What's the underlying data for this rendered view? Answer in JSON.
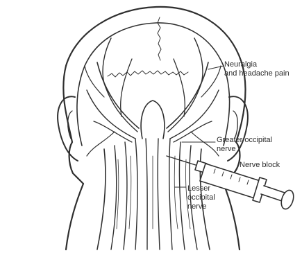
{
  "labels": {
    "neuralgia_line1": "Neuralgia",
    "neuralgia_line2": "and headache pain",
    "greater_line1": "Greater occipital",
    "greater_line2": "nerve",
    "nerve_block": "Nerve block",
    "lesser_line1": "Lesser",
    "lesser_line2": "occipital",
    "lesser_line3": "nerve"
  },
  "colors": {
    "ink": "#2a2a2a",
    "background": "#ffffff"
  }
}
